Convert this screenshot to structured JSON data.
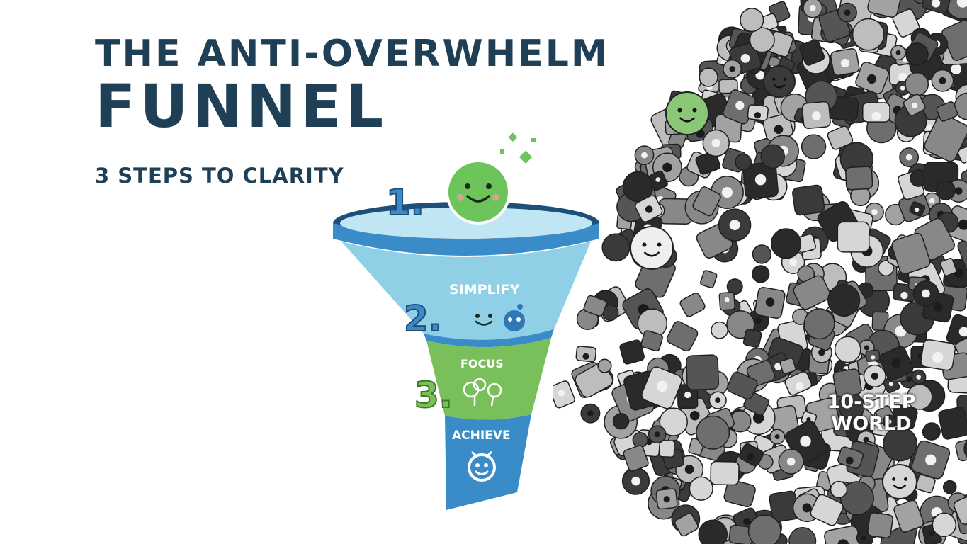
{
  "header": {
    "title_line1": "THE ANTI-OVERWHELM",
    "title_line2": "FUNNEL",
    "subtitle": "3 STEPS TO CLARITY"
  },
  "funnel": {
    "steps": [
      {
        "number": "1.",
        "label": ""
      },
      {
        "number": "2.",
        "label": "SIMPLIFY"
      },
      {
        "number": "3.",
        "label": "FOCUS"
      },
      {
        "number": "",
        "label": "ACHIEVE"
      }
    ]
  },
  "collage": {
    "label_line1": "10-STEP",
    "label_line2": "WORLD"
  },
  "colors": {
    "title": "#1f3f57",
    "funnel_blue": "#3a8cc8",
    "funnel_light_blue": "#8fd0e6",
    "funnel_green": "#7ac05a",
    "smiley_green": "#6cc45a",
    "collage_gray": "#6e6e6e"
  },
  "icons": [
    "smiley-face-icon",
    "sparkle-icon",
    "small-face-icon",
    "bubble-face-icon",
    "tree-icon",
    "sprout-icon",
    "target-face-icon"
  ]
}
